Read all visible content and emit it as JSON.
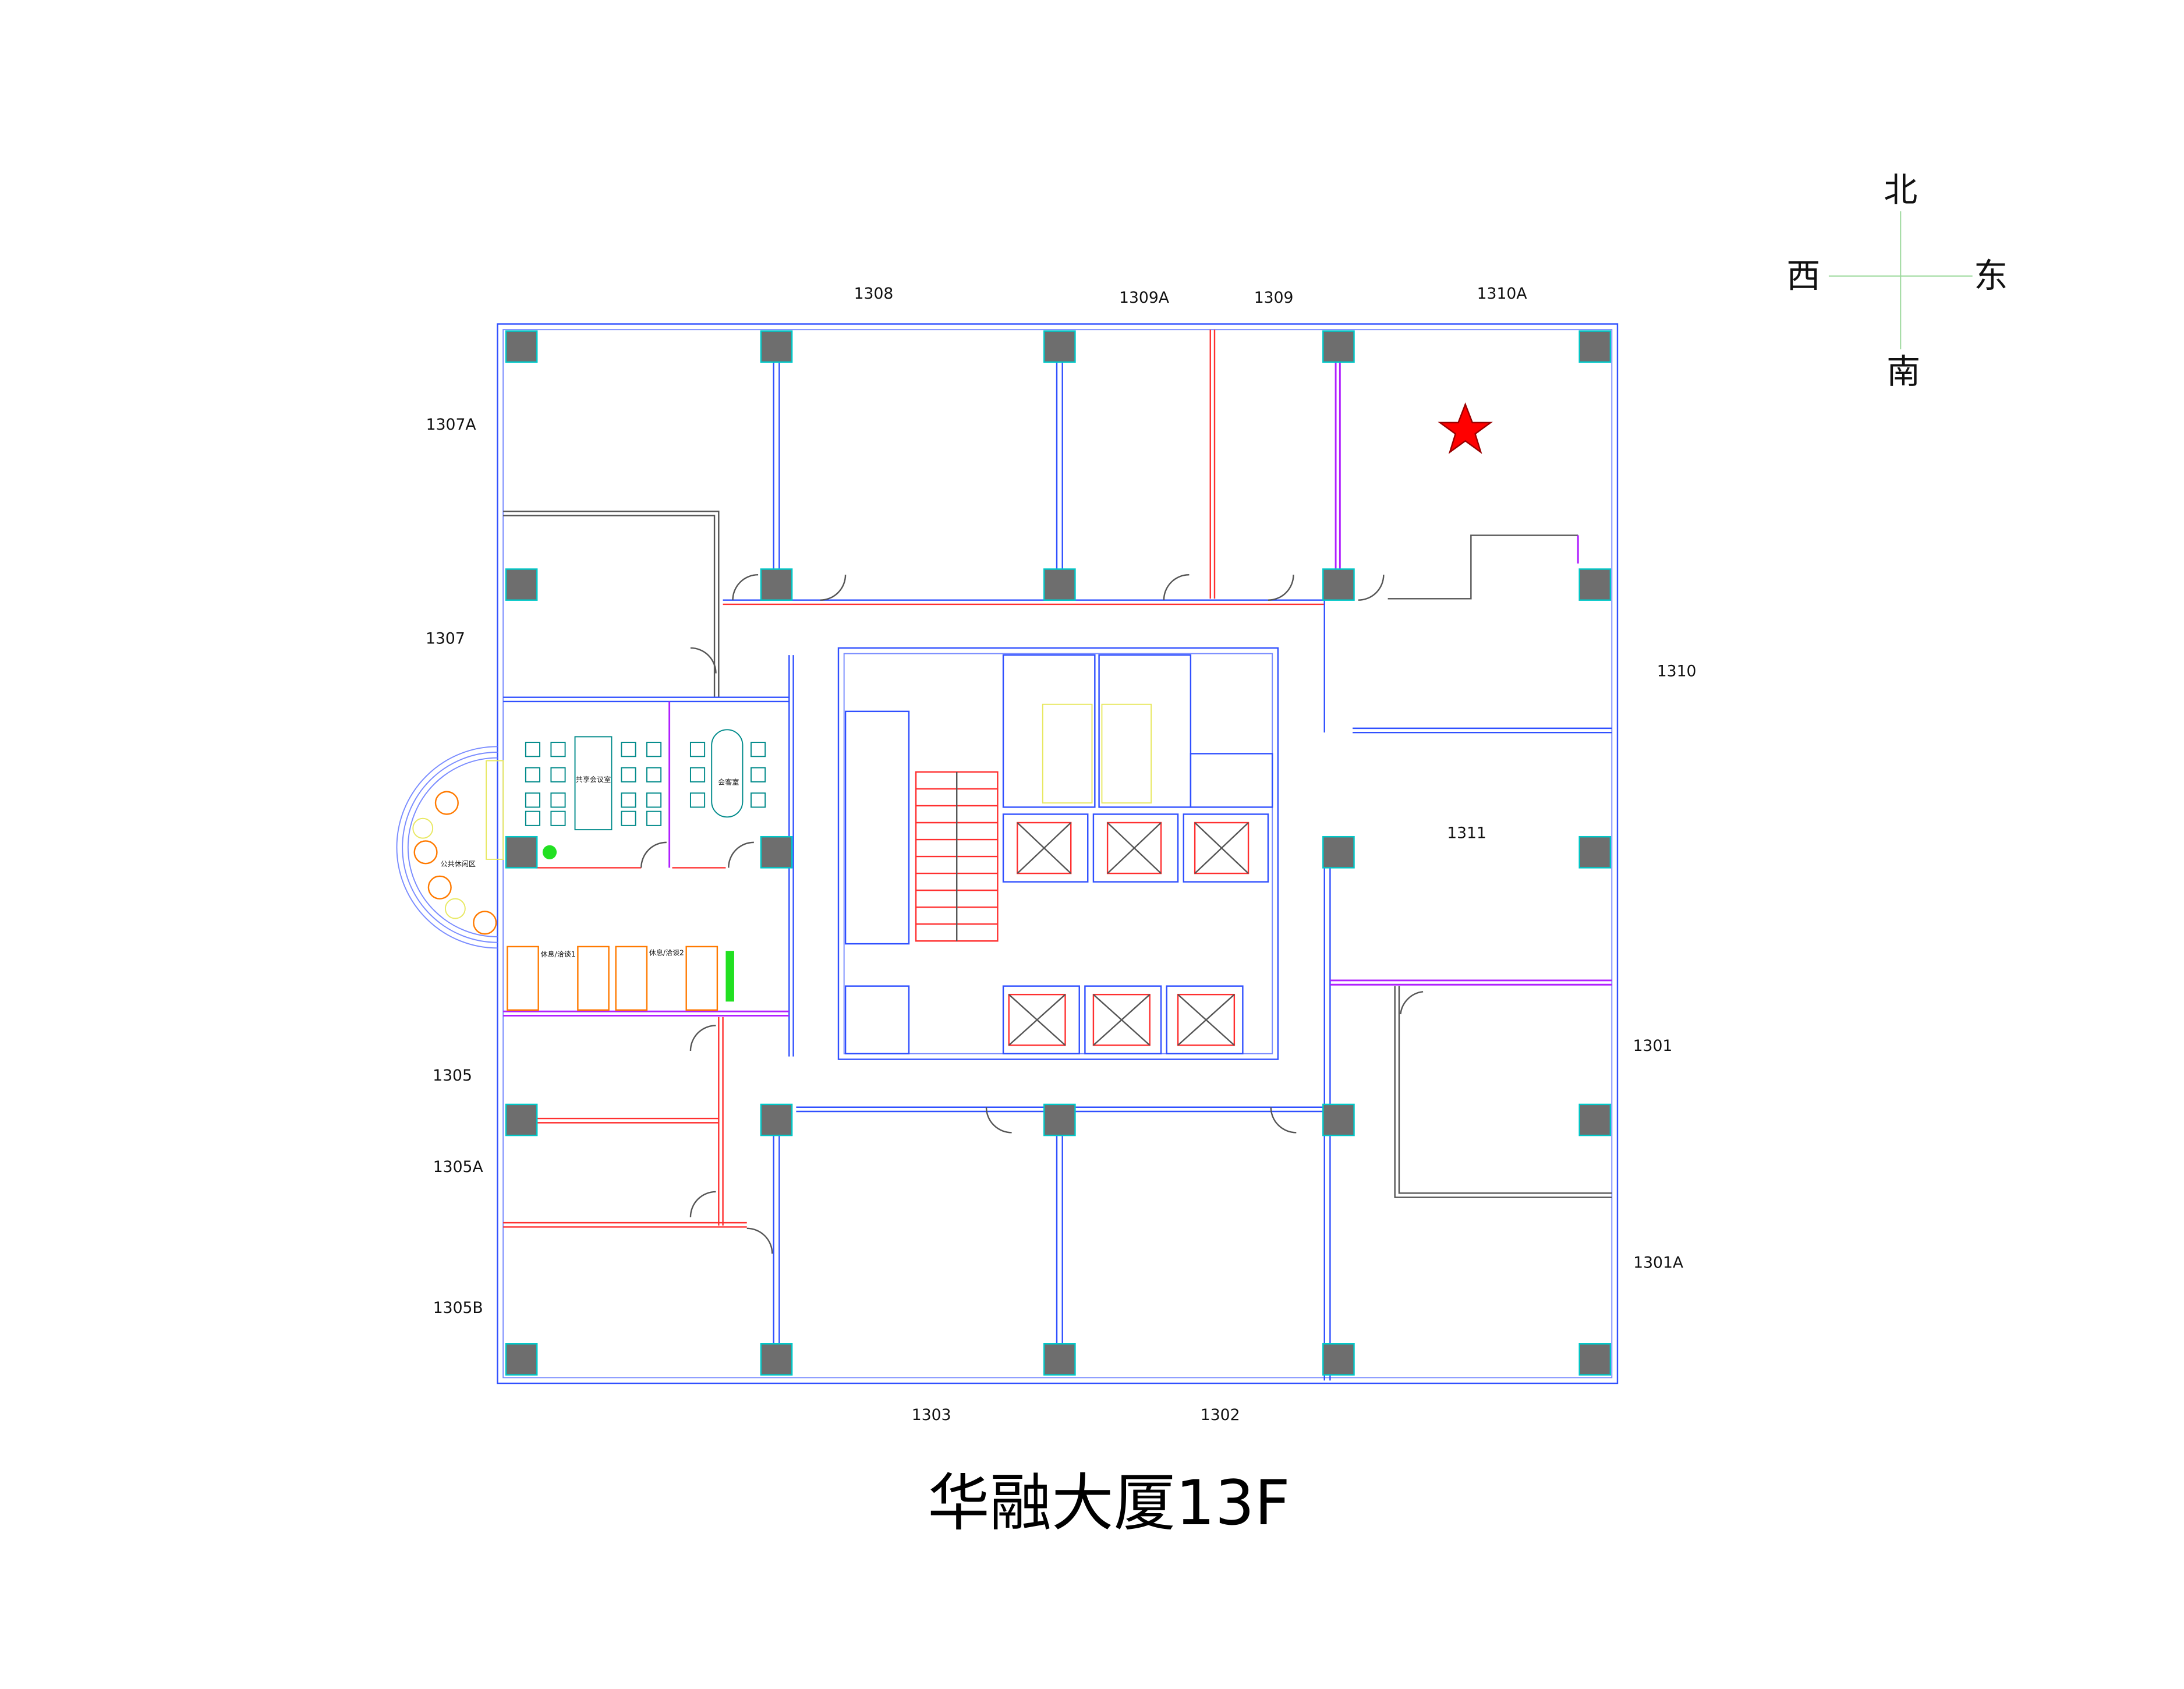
{
  "title": "华融大厦13F",
  "compass": {
    "north": "北",
    "south": "南",
    "east": "东",
    "west": "西"
  },
  "rooms": {
    "r1308": "1308",
    "r1309A": "1309A",
    "r1309": "1309",
    "r1310A": "1310A",
    "r1307A": "1307A",
    "r1307": "1307",
    "r1310": "1310",
    "r1311": "1311",
    "r1301": "1301",
    "r1305": "1305",
    "r1305A": "1305A",
    "r1305B": "1305B",
    "r1301A": "1301A",
    "r1303": "1303",
    "r1302": "1302"
  },
  "areas": {
    "shared_meeting": "共享会议室",
    "reception": "会客室",
    "lounge": "公共休闲区",
    "rest1": "休息/洽谈1",
    "rest2": "休息/洽谈2"
  },
  "marker": {
    "icon": "star-icon",
    "color": "#ff0000",
    "room": "1310A"
  }
}
